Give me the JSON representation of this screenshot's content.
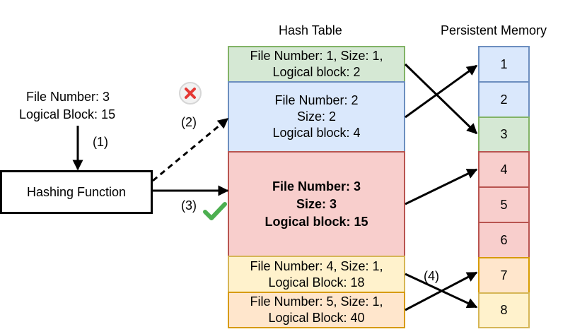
{
  "input": {
    "file_number": "File Number: 3",
    "logical_block": "Logical Block: 15"
  },
  "hashing_function": "Hashing Function",
  "steps": {
    "step1": "(1)",
    "step2": "(2)",
    "step3": "(3)",
    "step4": "(4)"
  },
  "hash_table": {
    "title": "Hash Table",
    "entries": [
      {
        "lines": [
          "File Number: 1, Size: 1,",
          "Logical block: 2"
        ],
        "color": "#d5e8d4"
      },
      {
        "lines": [
          "File Number: 2",
          "Size: 2",
          "Logical block: 4"
        ],
        "color": "#dae8fc"
      },
      {
        "lines": [
          "File Number: 3",
          "Size: 3",
          "Logical block: 15"
        ],
        "color": "#f8cecc"
      },
      {
        "lines": [
          "File Number: 4, Size: 1,",
          "Logical Block: 18"
        ],
        "color": "#fff2cc"
      },
      {
        "lines": [
          "File Number: 5, Size: 1,",
          "Logical Block: 40"
        ],
        "color": "#ffe6cc"
      }
    ]
  },
  "persistent_memory": {
    "title": "Persistent Memory",
    "blocks": [
      "1",
      "2",
      "3",
      "4",
      "5",
      "6",
      "7",
      "8"
    ]
  },
  "icons": {
    "reject": "cross-icon",
    "accept": "check-icon"
  },
  "colors": {
    "reject_red": "#e53935",
    "accept_green": "#4caf50"
  }
}
